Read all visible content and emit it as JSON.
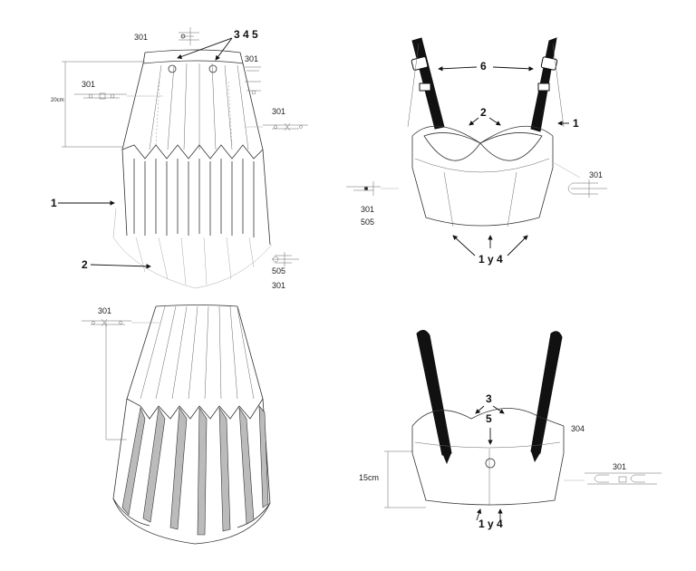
{
  "labels": {
    "skirt_front_stitch_top": "301",
    "skirt_front_345": "3 4 5",
    "skirt_front_stitch_right_top": "301",
    "skirt_front_stitch_left": "301",
    "skirt_front_measure": "20cm",
    "skirt_front_stitch_right_mid": "301",
    "skirt_front_part1": "1",
    "skirt_front_part2": "2",
    "skirt_front_stitch_hem_a": "505",
    "skirt_front_stitch_hem_b": "301",
    "skirt_back_stitch": "301",
    "bra_front_part6": "6",
    "bra_front_part2": "2",
    "bra_front_part1": "1",
    "bra_front_stitch_right": "301",
    "bra_front_stitch_left_a": "301",
    "bra_front_stitch_left_b": "505",
    "bra_front_part14": "1 y 4",
    "bra_back_part3": "3",
    "bra_back_part5": "5",
    "bra_back_stitch_304": "304",
    "bra_back_measure": "15cm",
    "bra_back_stitch_right": "301",
    "bra_back_part14": "1 y 4"
  }
}
